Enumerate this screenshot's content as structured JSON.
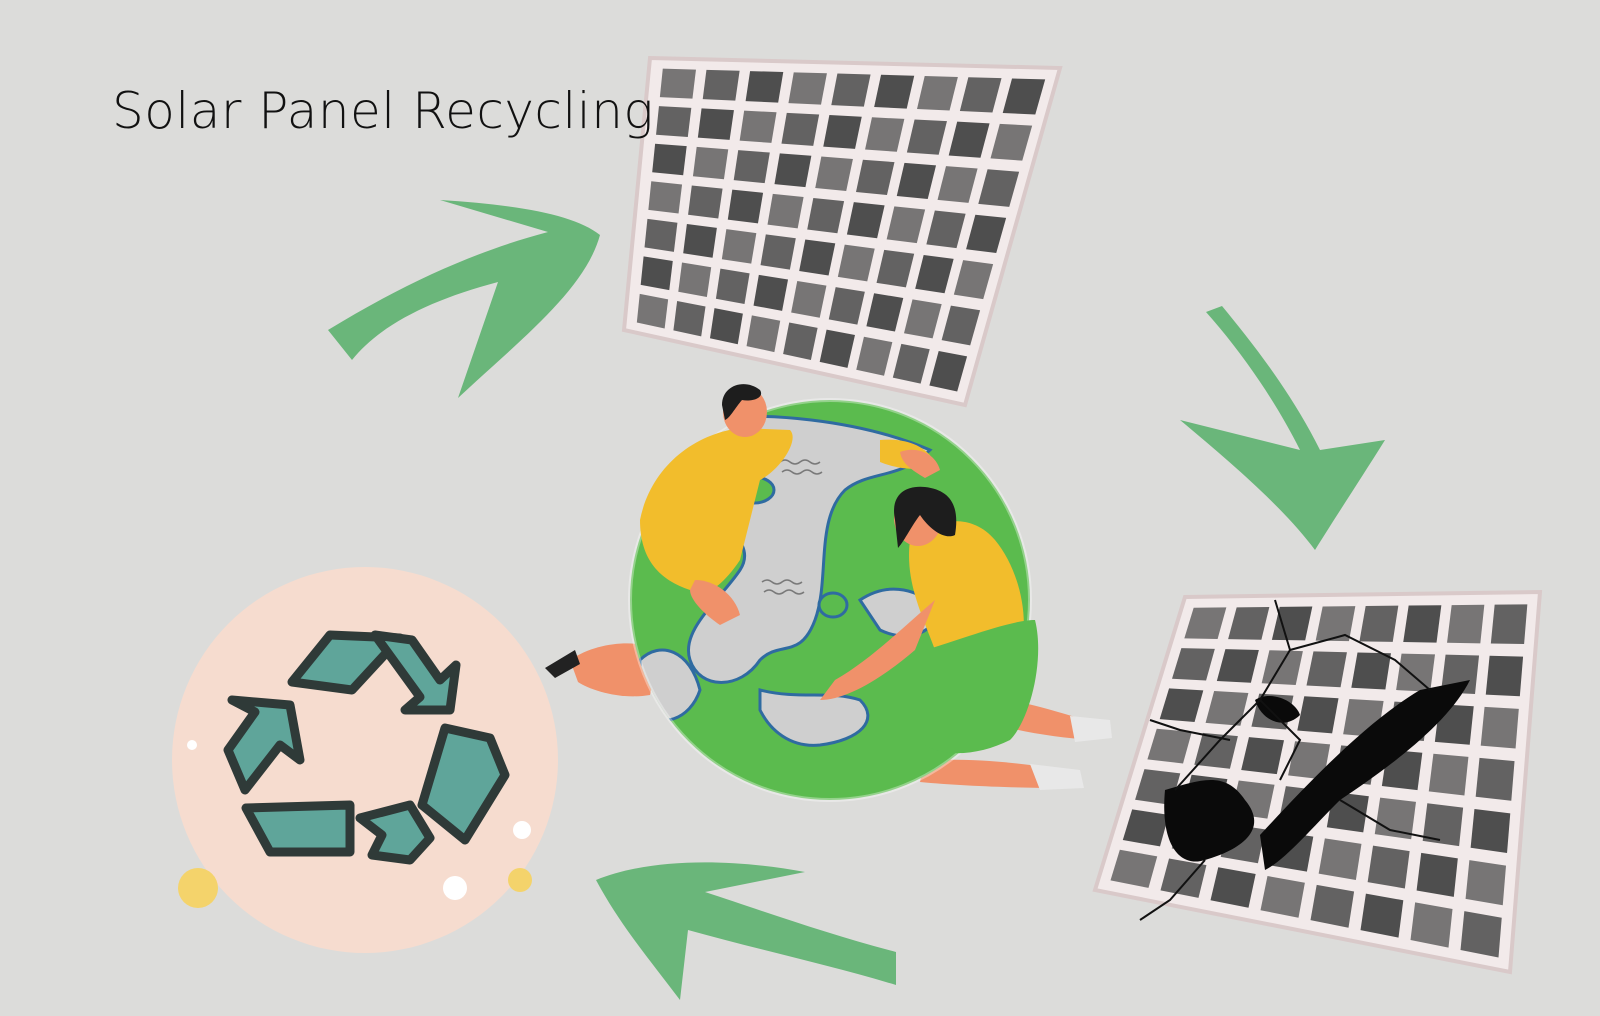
{
  "title": "Solar Panel Recycling",
  "colors": {
    "background": "#dcdcda",
    "arrow": "#6ab67a",
    "panel_cell": "#4e4e4e",
    "panel_grid": "#f2eaea",
    "recycle_circle": "#f6dccf",
    "recycle_symbol": "#5fa59a",
    "recycle_outline": "#2f3a38",
    "globe_land": "#5bbb4e",
    "globe_ocean": "#cfcfcf",
    "shirt": "#f2bd2c",
    "skin": "#f0916a",
    "hair": "#1d1d1d",
    "text": "#111111"
  },
  "cycle": [
    {
      "id": "new-solar-panel",
      "icon": "solar-panel-icon"
    },
    {
      "id": "damaged-solar-panel",
      "icon": "cracked-solar-panel-icon"
    },
    {
      "id": "recycle",
      "icon": "recycle-icon"
    }
  ],
  "center": {
    "icon": "people-hugging-globe-illustration"
  }
}
